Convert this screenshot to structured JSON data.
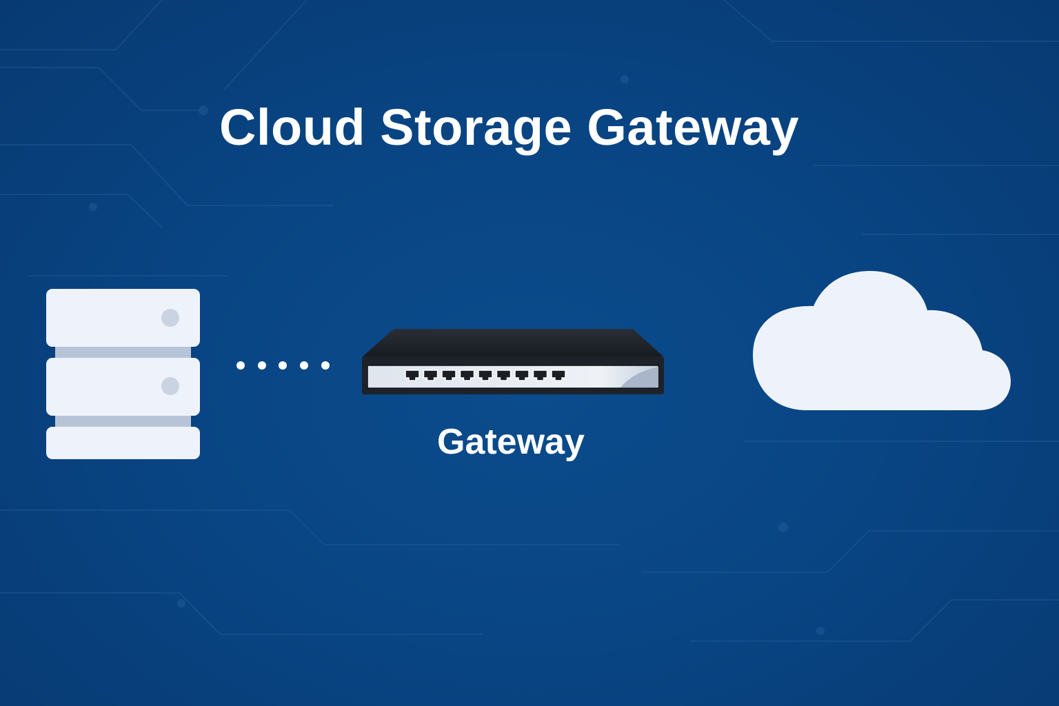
{
  "title": "Cloud Storage Gateway",
  "gateway": {
    "label": "Gateway",
    "port_count": 9
  },
  "nodes": [
    "server-stack-icon",
    "network-switch-icon",
    "cloud-icon"
  ],
  "colors": {
    "background": "#094584",
    "foreground": "#eef3fb",
    "switch_body": "#1e232b"
  }
}
